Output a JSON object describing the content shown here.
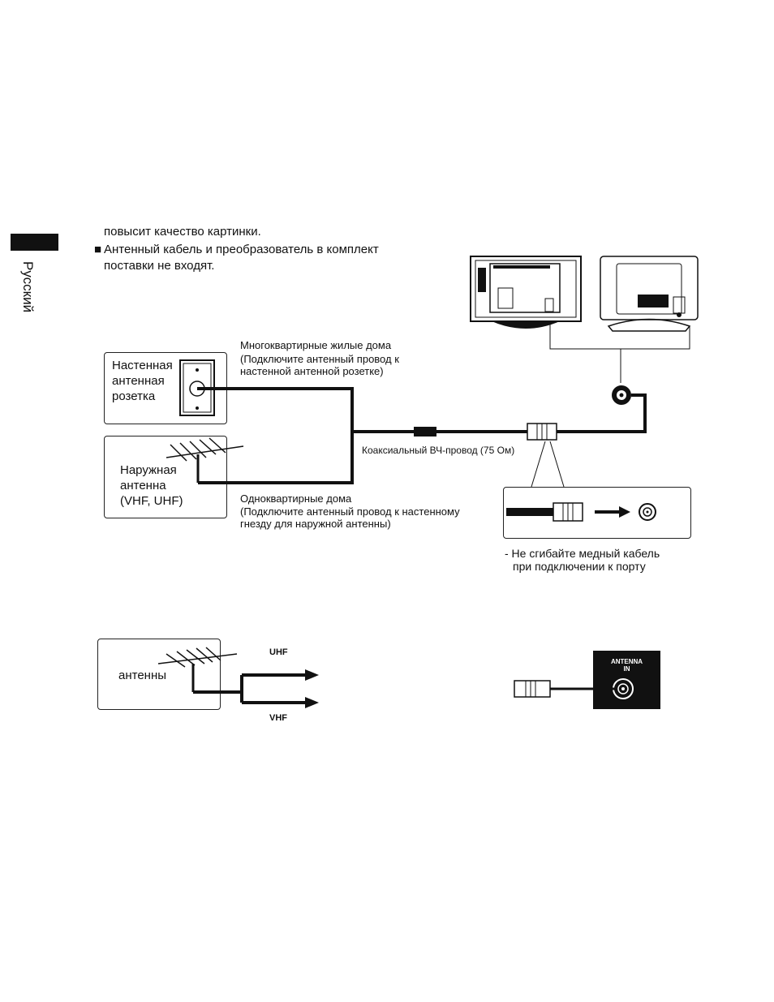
{
  "sidebar": {
    "language": "Русский"
  },
  "notes": {
    "line1": "повысит качество картинки.",
    "bullet_line1": "Антенный кабель и преобразователь в комплект",
    "bullet_line2": "поставки не входят."
  },
  "diagram1": {
    "wall_socket": {
      "line1": "Настенная",
      "line2": "антенная",
      "line3": "розетка"
    },
    "outdoor_antenna": {
      "line1": "Наружная",
      "line2": "антенна",
      "line3": "(VHF, UHF)"
    },
    "multi_apartment": {
      "line1": "Многоквартирные жилые дома",
      "line2": "(Подключите антенный провод к",
      "line3": "настенной антенной розетке)"
    },
    "single_apartment": {
      "line1": "Одноквартирные дома",
      "line2": "(Подключите антенный провод к настенному",
      "line3": "гнезду для наружной антенны)"
    },
    "coax_label": "Коаксиальный ВЧ-провод (75 Ом)",
    "warning": {
      "line1": "- Не сгибайте медный кабель",
      "line2": "при подключении к порту"
    }
  },
  "diagram2": {
    "antenna_label": "антенны",
    "uhf": "UHF",
    "vhf": "VHF",
    "port_line1": "ANTENNA",
    "port_line2": "IN"
  }
}
